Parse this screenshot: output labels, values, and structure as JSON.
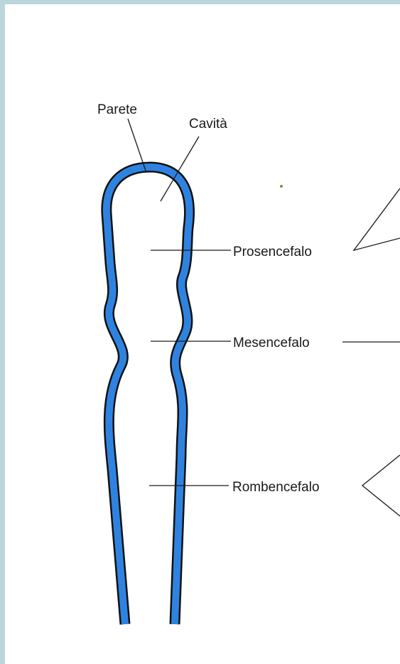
{
  "colors": {
    "frame_strip": "#bcd7dc",
    "tube_fill": "#2f83e0",
    "tube_outline": "#111111",
    "ink": "#1a1a1a"
  },
  "labels": {
    "wall": "Parete",
    "cavity": "Cavità",
    "forebrain": "Prosencefalo",
    "midbrain": "Mesencefalo",
    "hindbrain": "Rombencefalo"
  }
}
